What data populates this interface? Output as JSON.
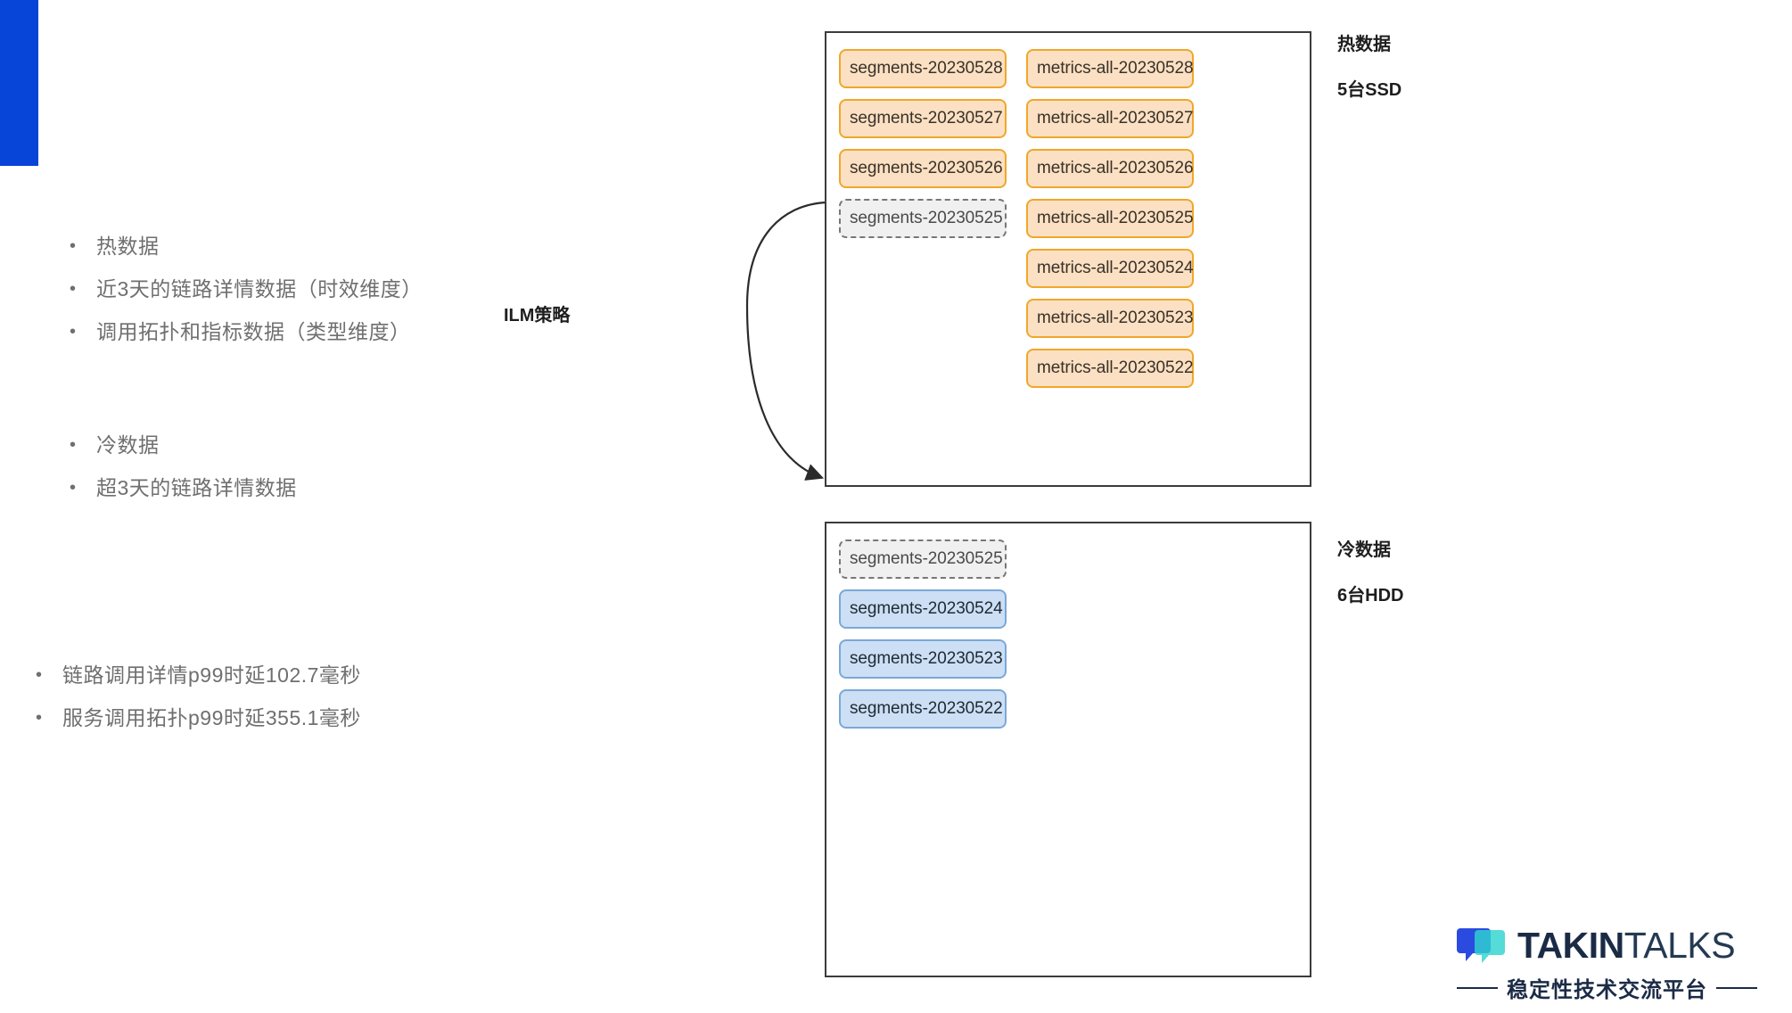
{
  "slide": {
    "accent_color": "#0645d8",
    "bullet_text_color": "#6f6f6f"
  },
  "bullets_hot": [
    {
      "marker": "•",
      "text": "热数据"
    },
    {
      "marker": "•",
      "text": "近3天的链路详情数据（时效维度）"
    },
    {
      "marker": "•",
      "text": "调用拓扑和指标数据（类型维度）"
    }
  ],
  "bullets_cold": [
    {
      "marker": "•",
      "text": "冷数据"
    },
    {
      "marker": "•",
      "text": "超3天的链路详情数据"
    }
  ],
  "bullets_perf": [
    {
      "marker": "•",
      "text": "链路调用详情p99时延102.7毫秒"
    },
    {
      "marker": "•",
      "text": "服务调用拓扑p99时延355.1毫秒"
    }
  ],
  "diagram": {
    "ilm_label": "ILM策略",
    "hot_tier": {
      "title": "热数据",
      "subtitle": "5台SSD",
      "box_border_color": "#3b3b3b",
      "card_fill": "#fbe0c3",
      "card_border": "#f0a72a",
      "segments": [
        {
          "label": "segments-20230528",
          "style": "orange"
        },
        {
          "label": "segments-20230527",
          "style": "orange"
        },
        {
          "label": "segments-20230526",
          "style": "orange"
        },
        {
          "label": "segments-20230525",
          "style": "ghost"
        }
      ],
      "metrics": [
        {
          "label": "metrics-all-20230528",
          "style": "orange"
        },
        {
          "label": "metrics-all-20230527",
          "style": "orange"
        },
        {
          "label": "metrics-all-20230526",
          "style": "orange"
        },
        {
          "label": "metrics-all-20230525",
          "style": "orange"
        },
        {
          "label": "metrics-all-20230524",
          "style": "orange"
        },
        {
          "label": "metrics-all-20230523",
          "style": "orange"
        },
        {
          "label": "metrics-all-20230522",
          "style": "orange"
        }
      ]
    },
    "cold_tier": {
      "title": "冷数据",
      "subtitle": "6台HDD",
      "card_fill": "#ccdff5",
      "card_border": "#7ba8d6",
      "segments": [
        {
          "label": "segments-20230525",
          "style": "ghost"
        },
        {
          "label": "segments-20230524",
          "style": "blue"
        },
        {
          "label": "segments-20230523",
          "style": "blue"
        },
        {
          "label": "segments-20230522",
          "style": "blue"
        }
      ]
    }
  },
  "logo": {
    "word_bold": "TAKIN",
    "word_light": "TALKS",
    "tagline": "稳定性技术交流平台",
    "mark_color_primary": "#2b4ae0",
    "mark_color_secondary": "#2fd3cf"
  }
}
